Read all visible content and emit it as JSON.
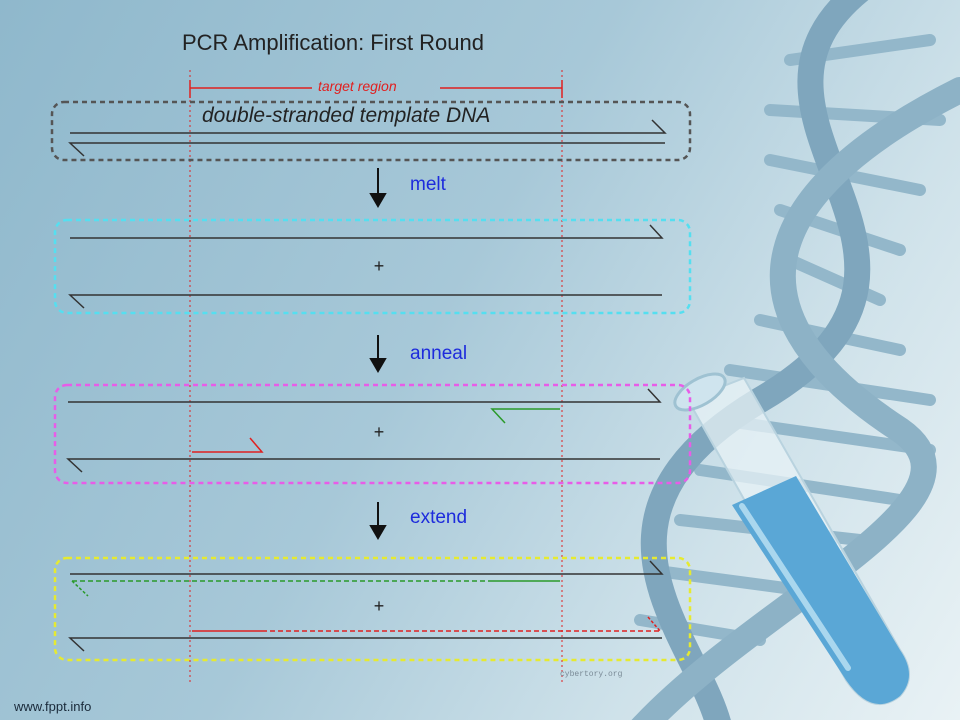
{
  "title": "PCR Amplification: First Round",
  "target_region_label": "target region",
  "template_label": "double-stranded template DNA",
  "steps": {
    "melt": "melt",
    "anneal": "anneal",
    "extend": "extend"
  },
  "plus_sign": "+",
  "watermark": "cybertory.org",
  "footer": "www.fppt.info",
  "colors": {
    "step_text": "#1d2bdc",
    "primer_forward": "#e02020",
    "primer_reverse": "#2a9a2a",
    "box_template": "#555555",
    "box_melt": "#55dff0",
    "box_anneal": "#e85ce8",
    "box_extend": "#e6ea30"
  }
}
